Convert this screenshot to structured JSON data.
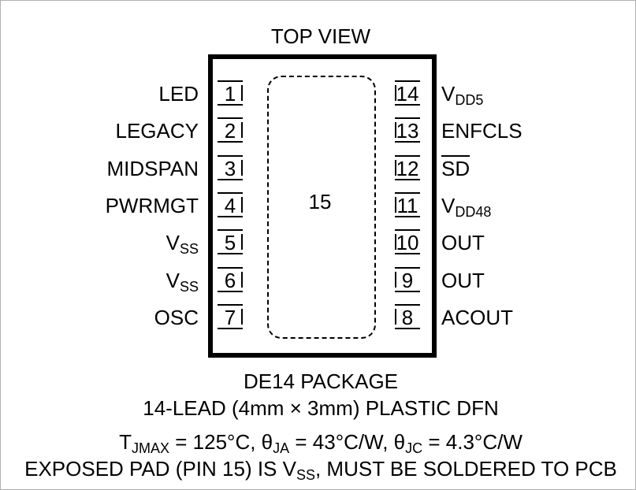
{
  "top_view": "TOP VIEW",
  "exposed_pad_number": "15",
  "left_pins": [
    {
      "num": "1",
      "label": "LED"
    },
    {
      "num": "2",
      "label": "LEGACY"
    },
    {
      "num": "3",
      "label": "MIDSPAN"
    },
    {
      "num": "4",
      "label": "PWRMGT"
    },
    {
      "num": "5",
      "label_main": "V",
      "label_sub": "SS"
    },
    {
      "num": "6",
      "label_main": "V",
      "label_sub": "SS"
    },
    {
      "num": "7",
      "label": "OSC"
    }
  ],
  "right_pins": [
    {
      "num": "14",
      "label_main": "V",
      "label_sub": "DD5"
    },
    {
      "num": "13",
      "label": "ENFCLS"
    },
    {
      "num": "12",
      "label": "SD",
      "overline": true
    },
    {
      "num": "11",
      "label_main": "V",
      "label_sub": "DD48"
    },
    {
      "num": "10",
      "label": "OUT"
    },
    {
      "num": "9",
      "label": "OUT"
    },
    {
      "num": "8",
      "label": "ACOUT"
    }
  ],
  "package_name": "DE14 PACKAGE",
  "package_desc": "14-LEAD (4mm × 3mm) PLASTIC DFN",
  "thermal": {
    "t": "T",
    "t_sub": "JMAX",
    "t_val": " = 125°C, ",
    "ja": "θ",
    "ja_sub": "JA",
    "ja_val": " = 43°C/W, ",
    "jc": "θ",
    "jc_sub": "JC",
    "jc_val": " = 4.3°C/W"
  },
  "exposed_note": {
    "pre": "EXPOSED PAD (PIN 15) IS V",
    "sub": "SS",
    "post": ", MUST BE SOLDERED TO PCB"
  }
}
